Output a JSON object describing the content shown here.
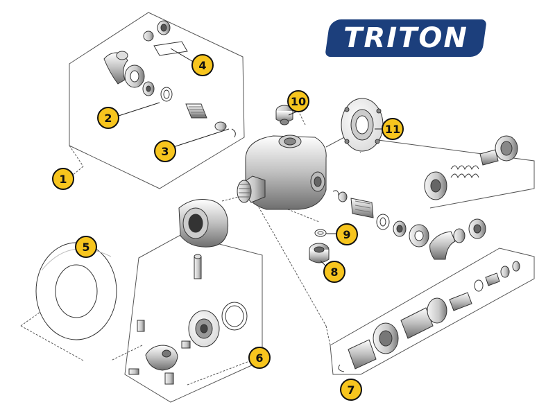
{
  "logo": {
    "text": "TRITON",
    "color": "#1c3f7c"
  },
  "callout_color": "#f7c51e",
  "callouts": [
    "1",
    "2",
    "3",
    "4",
    "5",
    "6",
    "7",
    "8",
    "9",
    "10",
    "11"
  ]
}
